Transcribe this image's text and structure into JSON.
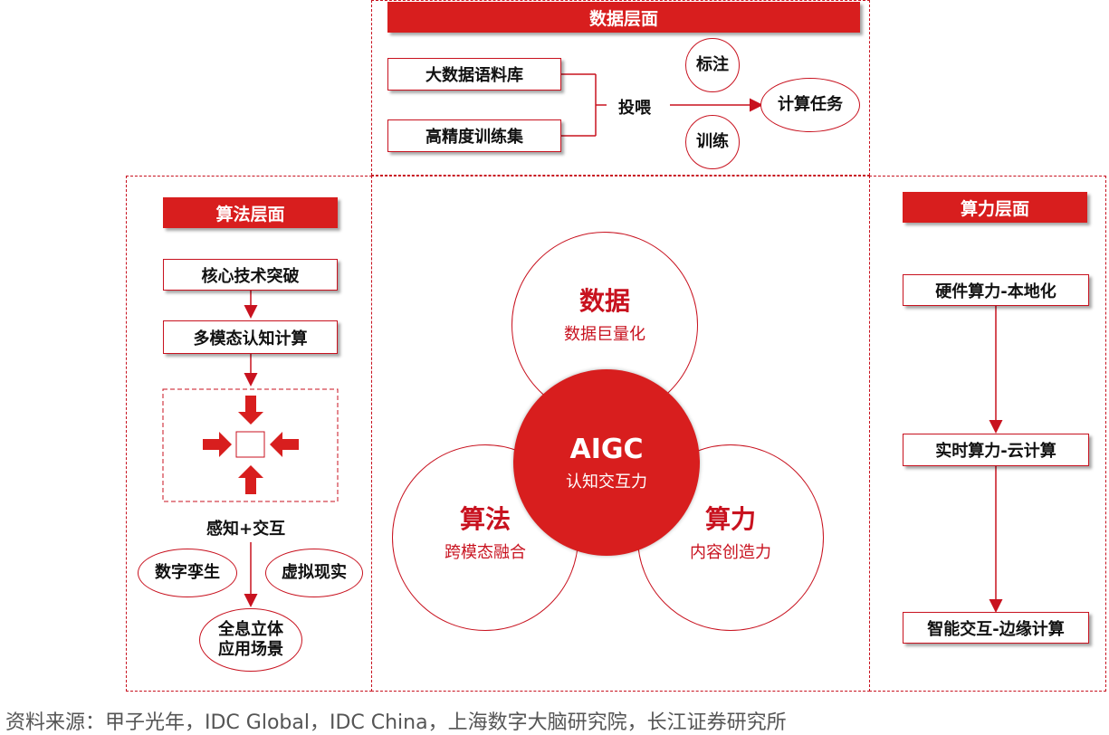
{
  "data_layer": {
    "header": "数据层面",
    "boxes": [
      "大数据语料库",
      "高精度训练集"
    ],
    "feed": "投喂",
    "tags": [
      "标注",
      "训练"
    ],
    "task": "计算任务"
  },
  "algo_layer": {
    "header": "算法层面",
    "steps": [
      "核心技术突破",
      "多模态认知计算"
    ],
    "perception": "感知+交互",
    "ovals": [
      "数字孪生",
      "虚拟现实"
    ],
    "result_line1": "全息立体",
    "result_line2": "应用场景"
  },
  "compute_layer": {
    "header": "算力层面",
    "steps": [
      "硬件算力-本地化",
      "实时算力-云计算",
      "智能交互-边缘计算"
    ]
  },
  "venn": {
    "top": {
      "title": "数据",
      "sub": "数据巨量化"
    },
    "left": {
      "title": "算法",
      "sub": "跨模态融合"
    },
    "right": {
      "title": "算力",
      "sub": "内容创造力"
    },
    "center": {
      "title": "AIGC",
      "sub": "认知交互力"
    }
  },
  "source": "资料来源：甲子光年，IDC Global，IDC China，上海数字大脑研究院，长江证券研究所",
  "colors": {
    "accent": "#d81e1e",
    "border": "#c8121f"
  }
}
